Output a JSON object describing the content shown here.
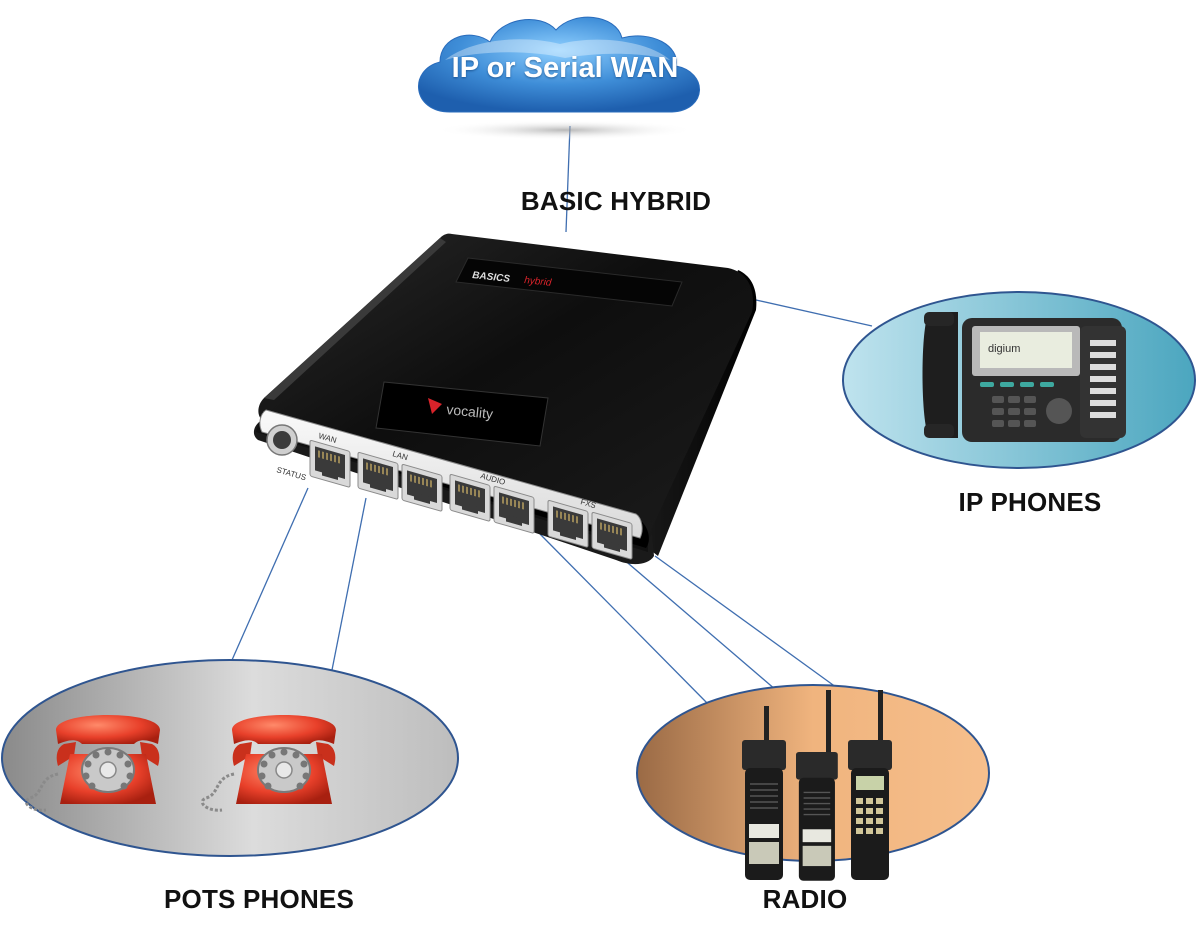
{
  "cloud": {
    "label": "IP or Serial WAN"
  },
  "device": {
    "caption": "BASIC HYBRID",
    "top_label_model": "BASICS",
    "top_label_variant": "hybrid",
    "brand": "vocality",
    "port_labels": {
      "status": "STATUS",
      "wan": "WAN",
      "lan": "LAN",
      "audio": "AUDIO",
      "fxs": "FXS"
    }
  },
  "groups": {
    "ip_phones": {
      "caption": "IP PHONES",
      "phone_brand": "digium"
    },
    "pots_phones": {
      "caption": "POTS PHONES"
    },
    "radio": {
      "caption": "RADIO"
    }
  },
  "colors": {
    "link_line": "#3f6eb0",
    "ellipse_border": "#2f5590",
    "cloud_fill": "#3f8ed8",
    "device_body": "#0d0d0d",
    "phone_red": "#e8402a",
    "brand_red": "#d8232a"
  }
}
